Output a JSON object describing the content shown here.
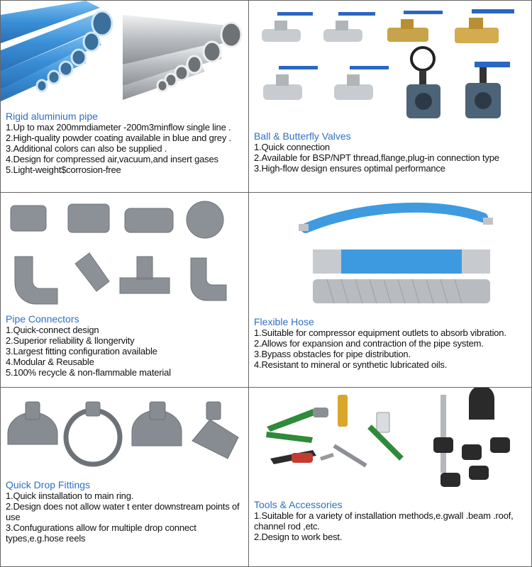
{
  "sections": [
    {
      "title": "Rigid aluminium pipe",
      "items": [
        "1.Up to max 200mmdiameter -200m3minflow single line .",
        "2.High-quality powder coating available in blue and grey .",
        "3.Additional colors can also be supplied .",
        "4.Design for compressed air,vacuum,and insert gases",
        "5.Light-weight$corrosion-free"
      ]
    },
    {
      "title": "Ball & Butterfly Valves",
      "items": [
        "1.Quick connection",
        "2.Available for BSP/NPT thread,flange,plug-in connection type",
        "3.High-flow design ensures optimal performance"
      ]
    },
    {
      "title": "Pipe Connectors",
      "items": [
        "1.Quick-connect design",
        "2.Superior reliability & llongervity",
        "3.Largest fitting configuration available",
        "4.Modular & Reusable",
        "5.100% recycle & non-flammable material"
      ]
    },
    {
      "title": "Flexible Hose",
      "items": [
        "1.Suitable for compressor equipment outlets to absorb vibration.",
        "2.Allows for expansion and contraction of the pipe system.",
        "3.Bypass obstacles for pipe distribution.",
        "4.Resistant to mineral or synthetic lubricated oils."
      ]
    },
    {
      "title": "Quick Drop Fittings",
      "items": [
        "1.Quick iinstallation to main ring.",
        "2.Design does not allow water t enter downstream points of use",
        "3.Confugurations allow for multiple drop connect types,e.g.hose reels"
      ]
    },
    {
      "title": "Tools & Accessories",
      "items": [
        "1.Suitable for a variety of installation methods,e.gwall .beam .roof, channel rod ,etc.",
        "2.Design to work best."
      ]
    }
  ],
  "colors": {
    "title": "#2f6fc6",
    "blue_pipe": "#4a9de0",
    "grey_pvc": "#8c9197",
    "brass": "#c9a34a",
    "chrome": "#c8ccd0",
    "valve_handle": "#2a66c4"
  }
}
